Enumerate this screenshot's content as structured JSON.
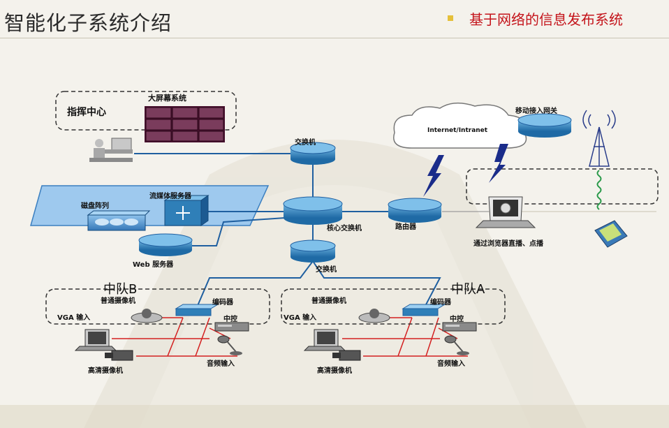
{
  "header": {
    "title": "智能化子系统介绍",
    "subtitle": "基于网络的信息发布系统"
  },
  "nodes": {
    "command_center": "指挥中心",
    "big_screen": "大屏幕系统",
    "switch_top": "交换机",
    "internet": "Internet/Intranet",
    "mobile_gateway": "移动接入网关",
    "disk_array": "磁盘阵列",
    "streaming_server": "流媒体服务器",
    "core_switch": "核心交换机",
    "router": "路由器",
    "web_server": "Web 服务器",
    "switch_bottom": "交换机",
    "browser": "通过浏览器直播、点播",
    "squad_b": "中队B",
    "squad_a": "中队A",
    "camera_normal": "普通摄像机",
    "encoder": "编码器",
    "vga_input": "VGA 输入",
    "central_control": "中控",
    "hd_camera": "高清摄像机",
    "audio_input": "音频输入"
  },
  "colors": {
    "title_red": "#c4141b",
    "link_blue": "#1f5fa0",
    "cable_red": "#d32020",
    "router_blue": "#2f7fb8"
  }
}
